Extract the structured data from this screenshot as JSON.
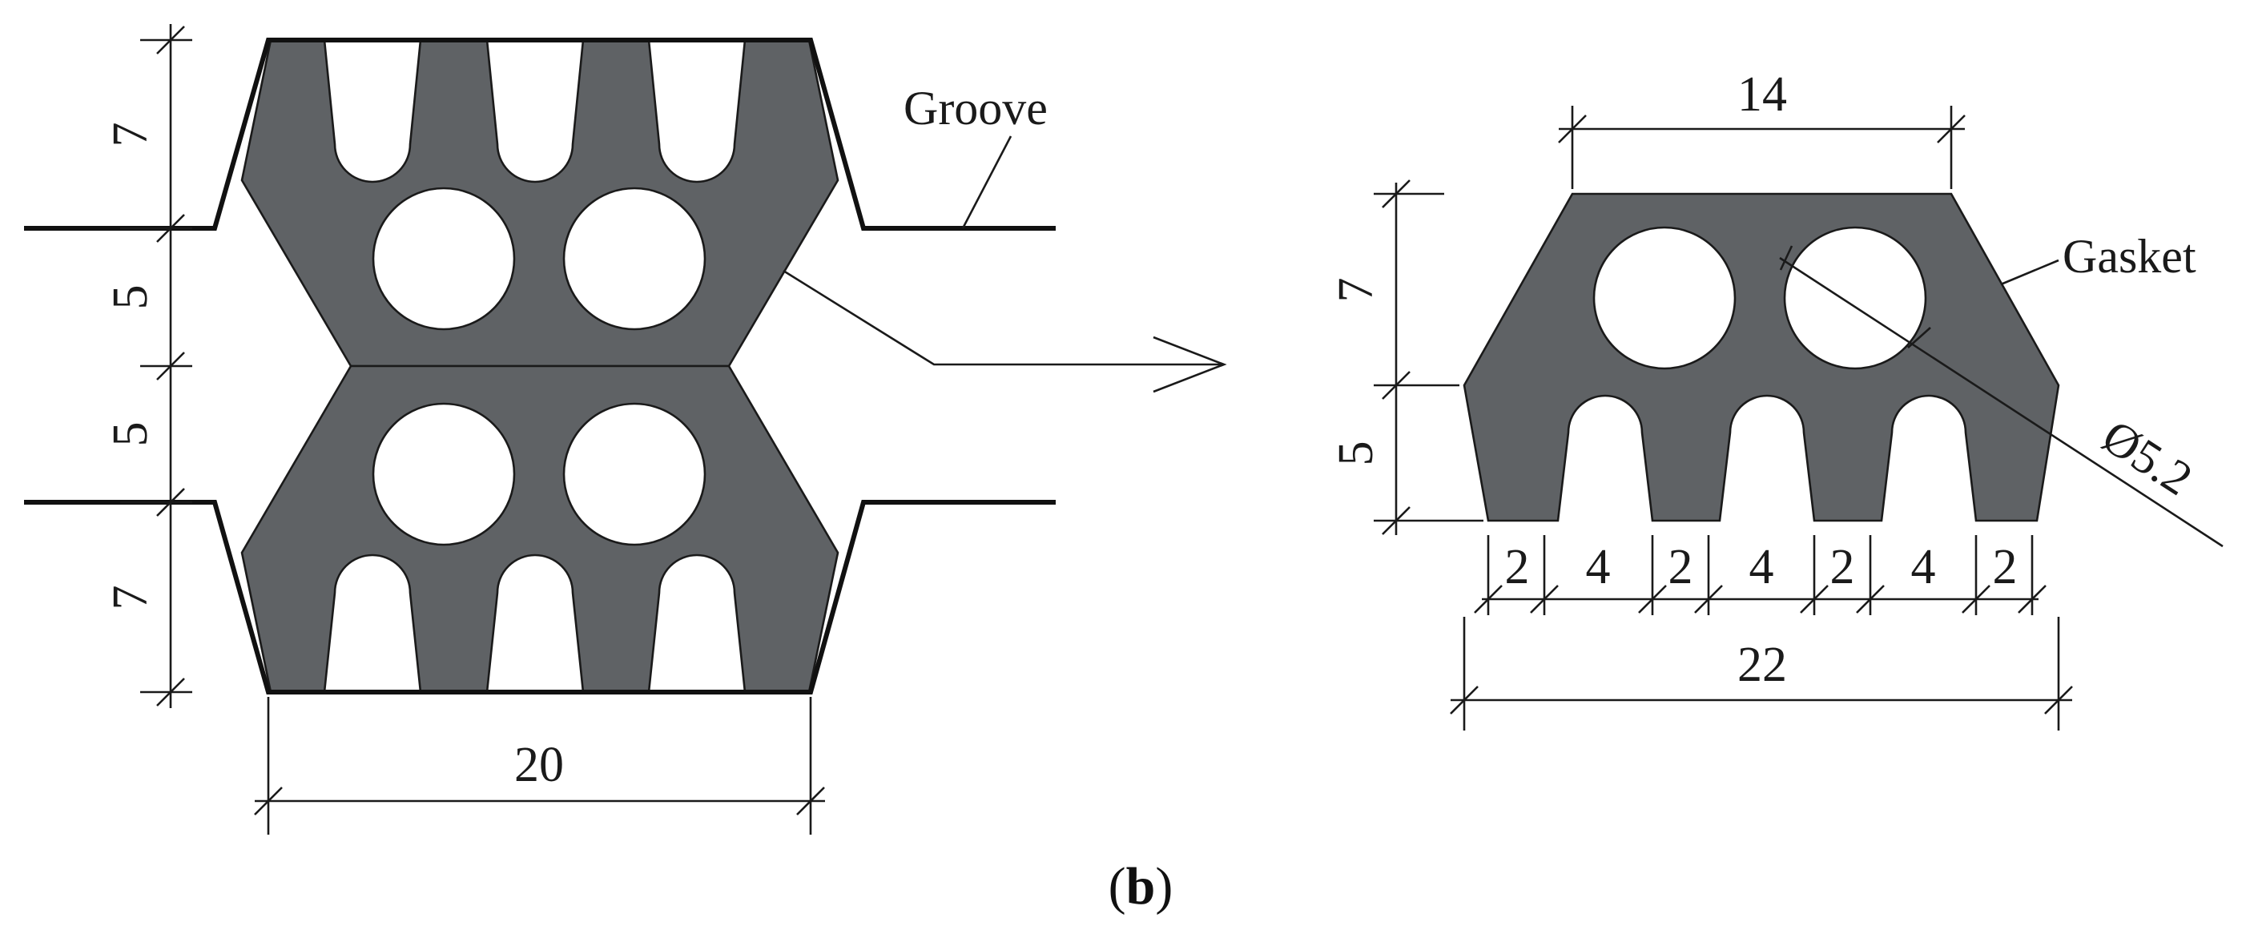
{
  "colors": {
    "gasket_fill": "#5f6265",
    "line": "#1a1a1a",
    "background": "#ffffff"
  },
  "labels": {
    "groove": "Groove",
    "gasket": "Gasket",
    "diameter": "Ø5.2"
  },
  "left_view": {
    "dim_top_height": "7",
    "dim_upper_mid": "5",
    "dim_lower_mid": "5",
    "dim_bottom_height": "7",
    "dim_width": "20"
  },
  "right_view": {
    "dim_top_width": "14",
    "dim_height_upper": "7",
    "dim_height_lower": "5",
    "segments": [
      "2",
      "4",
      "2",
      "4",
      "2",
      "4",
      "2"
    ],
    "dim_bottom_width": "22"
  },
  "caption": {
    "open": "(",
    "letter": "b",
    "close": ")"
  }
}
